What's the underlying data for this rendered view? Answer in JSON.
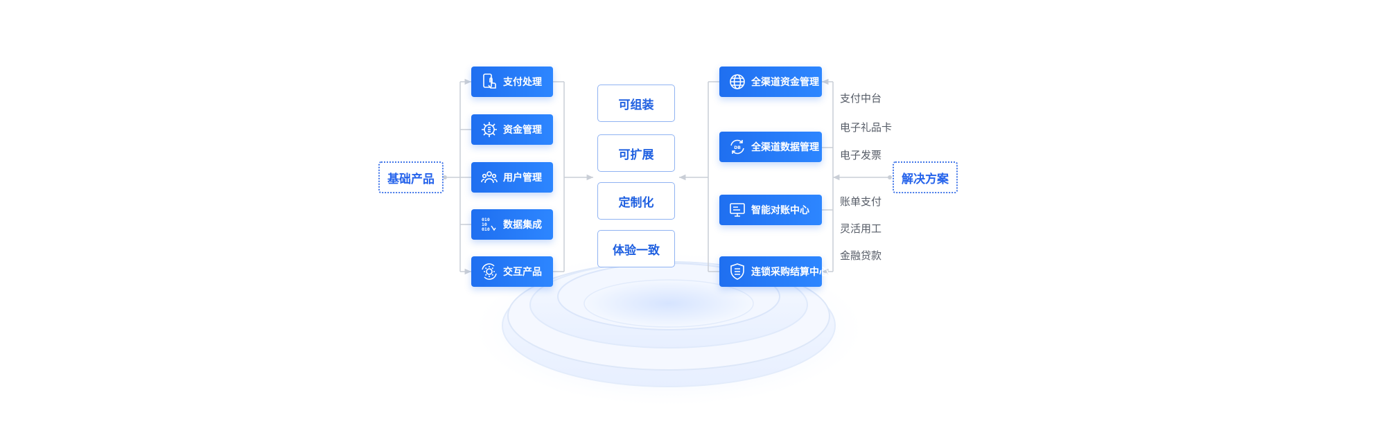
{
  "left_label": "基础产品",
  "right_label": "解决方案",
  "products": [
    {
      "label": "支付处理",
      "icon": "phone-touch-icon"
    },
    {
      "label": "资金管理",
      "icon": "gear-fund-icon"
    },
    {
      "label": "用户管理",
      "icon": "users-icon"
    },
    {
      "label": "数据集成",
      "icon": "binary-data-icon"
    },
    {
      "label": "交互产品",
      "icon": "gear-cycle-icon"
    }
  ],
  "features": [
    "可组装",
    "可扩展",
    "定制化",
    "体验一致"
  ],
  "solutions": [
    {
      "label": "全渠道资金管理",
      "icon": "globe-icon"
    },
    {
      "label": "全渠道数据管理",
      "icon": "data-cycle-icon"
    },
    {
      "label": "智能对账中心",
      "icon": "monitor-icon"
    },
    {
      "label": "连锁采购结算中心",
      "icon": "shield-icon"
    }
  ],
  "solution_texts": [
    "支付中台",
    "电子礼品卡",
    "电子发票",
    "账单支付",
    "灵活用工",
    "金融贷款"
  ],
  "colors": {
    "accent": "#2563eb",
    "card_gradient_start": "#1f6ff0",
    "card_gradient_end": "#2d86ff",
    "line": "#c9ced6",
    "text_grey": "#555b66"
  }
}
